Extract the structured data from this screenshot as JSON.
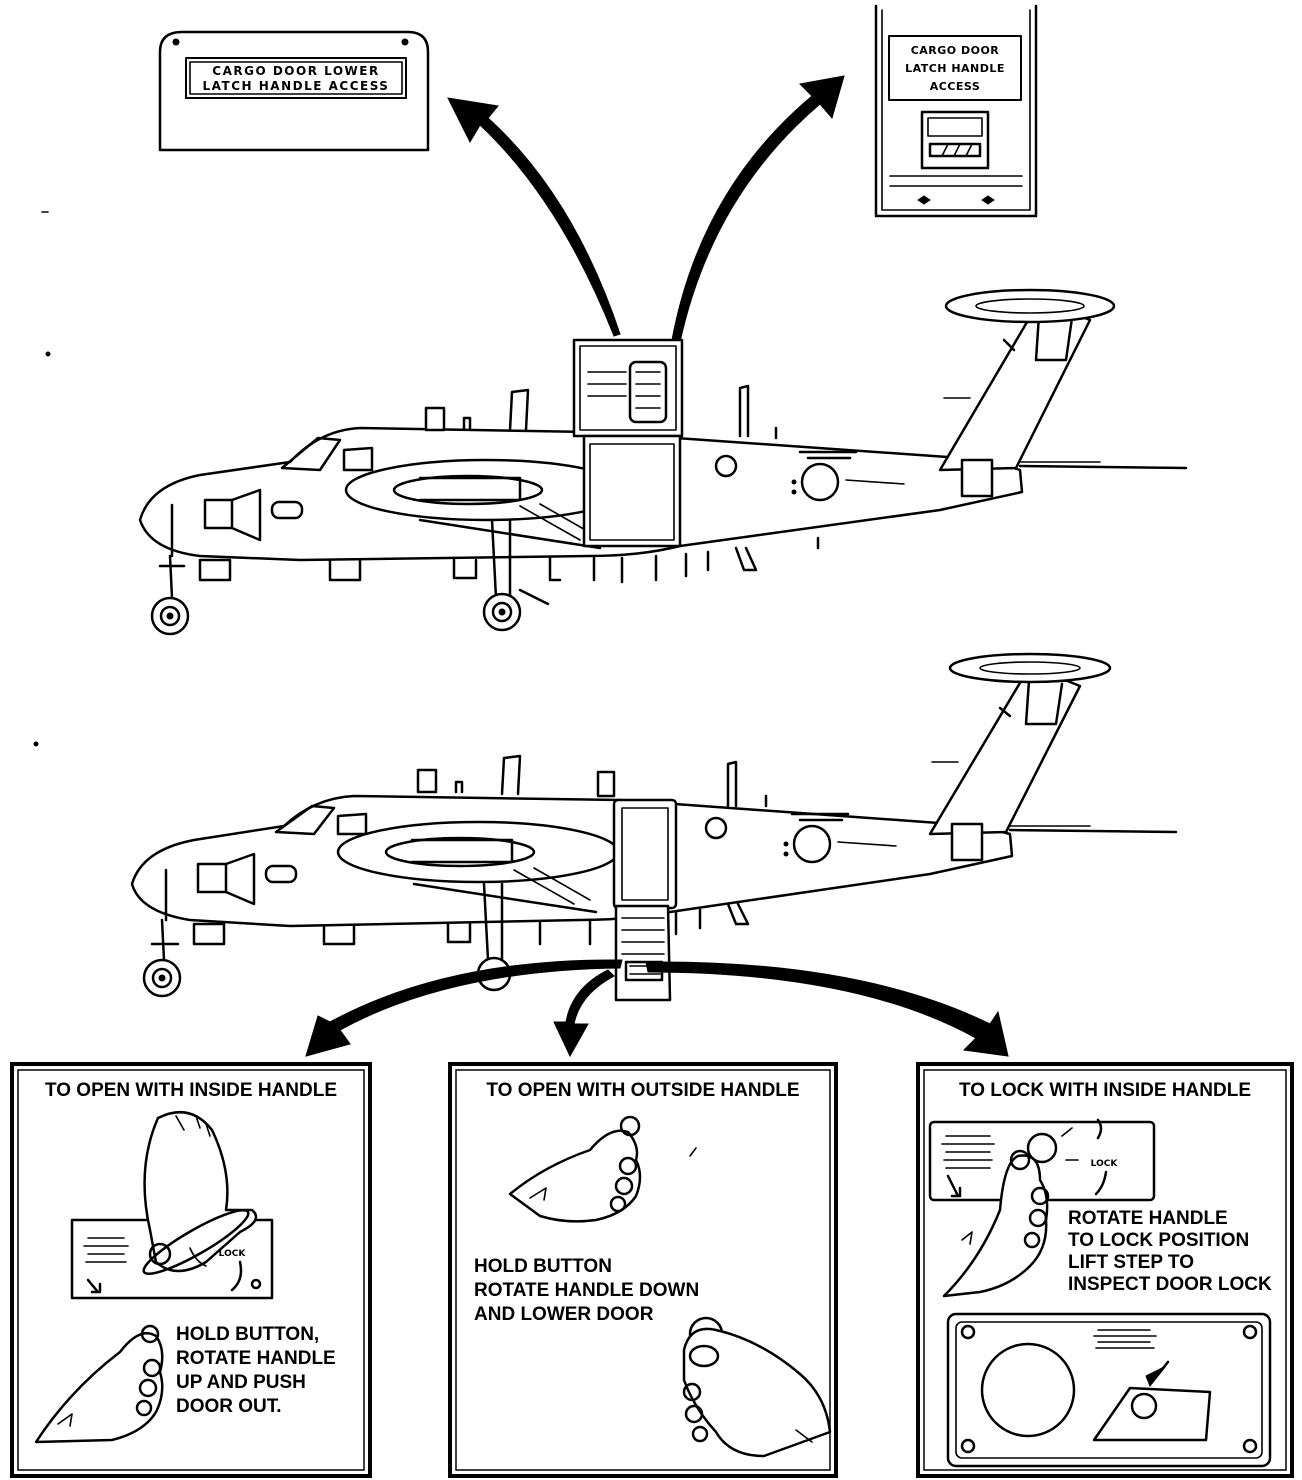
{
  "placards": {
    "lower_latch": {
      "line1": "CARGO DOOR LOWER",
      "line2": "LATCH HANDLE ACCESS"
    },
    "latch_handle": {
      "line1": "CARGO DOOR",
      "line2": "LATCH HANDLE",
      "line3": "ACCESS"
    }
  },
  "panels": {
    "inside_open": {
      "title": "TO OPEN WITH INSIDE HANDLE",
      "placard_label": "LOCK",
      "instructions": [
        "HOLD BUTTON,",
        "ROTATE HANDLE",
        "UP AND PUSH",
        "DOOR OUT."
      ]
    },
    "outside_open": {
      "title": "TO OPEN WITH OUTSIDE HANDLE",
      "instructions": [
        "HOLD BUTTON",
        "ROTATE HANDLE DOWN",
        "AND LOWER DOOR"
      ]
    },
    "inside_lock": {
      "title": "TO LOCK WITH INSIDE HANDLE",
      "placard_label": "LOCK",
      "instructions": [
        "ROTATE HANDLE",
        "TO LOCK POSITION",
        "LIFT STEP TO",
        "INSPECT DOOR LOCK"
      ]
    }
  },
  "colors": {
    "ink": "#000000",
    "paper": "#ffffff"
  }
}
